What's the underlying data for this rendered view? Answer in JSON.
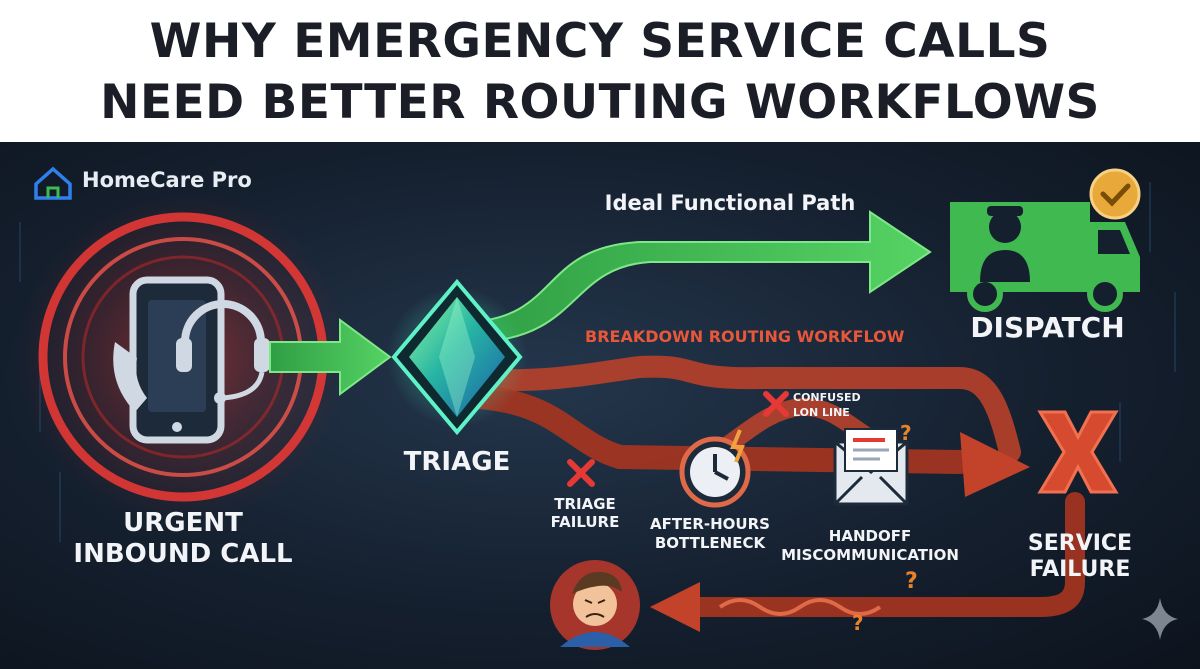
{
  "title": {
    "line1": "WHY EMERGENCY SERVICE CALLS",
    "line2": "NEED BETTER ROUTING WORKFLOWS"
  },
  "brand": {
    "name": "HomeCare Pro",
    "icon": "house-wrench-icon"
  },
  "nodes": {
    "inbound_line1": "URGENT",
    "inbound_line2": "INBOUND CALL",
    "triage": "TRIAGE",
    "dispatch": "DISPATCH",
    "service_failure_line1": "SERVICE",
    "service_failure_line2": "FAILURE"
  },
  "paths": {
    "ideal": "Ideal Functional Path",
    "breakdown": "BREAKDOWN ROUTING WORKFLOW"
  },
  "failure_points": {
    "triage_failure_line1": "TRIAGE",
    "triage_failure_line2": "FAILURE",
    "after_hours_line1": "AFTER-HOURS",
    "after_hours_line2": "BOTTLENECK",
    "handoff_line1": "HANDOFF",
    "handoff_line2": "MISCOMMUNICATION",
    "confused_line1": "CONFUSED",
    "confused_line2": "LON LINE"
  },
  "question_mark": "?",
  "colors": {
    "background": "#15202f",
    "good_path": "#3fb950",
    "bad_path": "#c2432a",
    "alert_red": "#e53935",
    "check_gold": "#e8a93a",
    "title": "#1b1e27"
  }
}
